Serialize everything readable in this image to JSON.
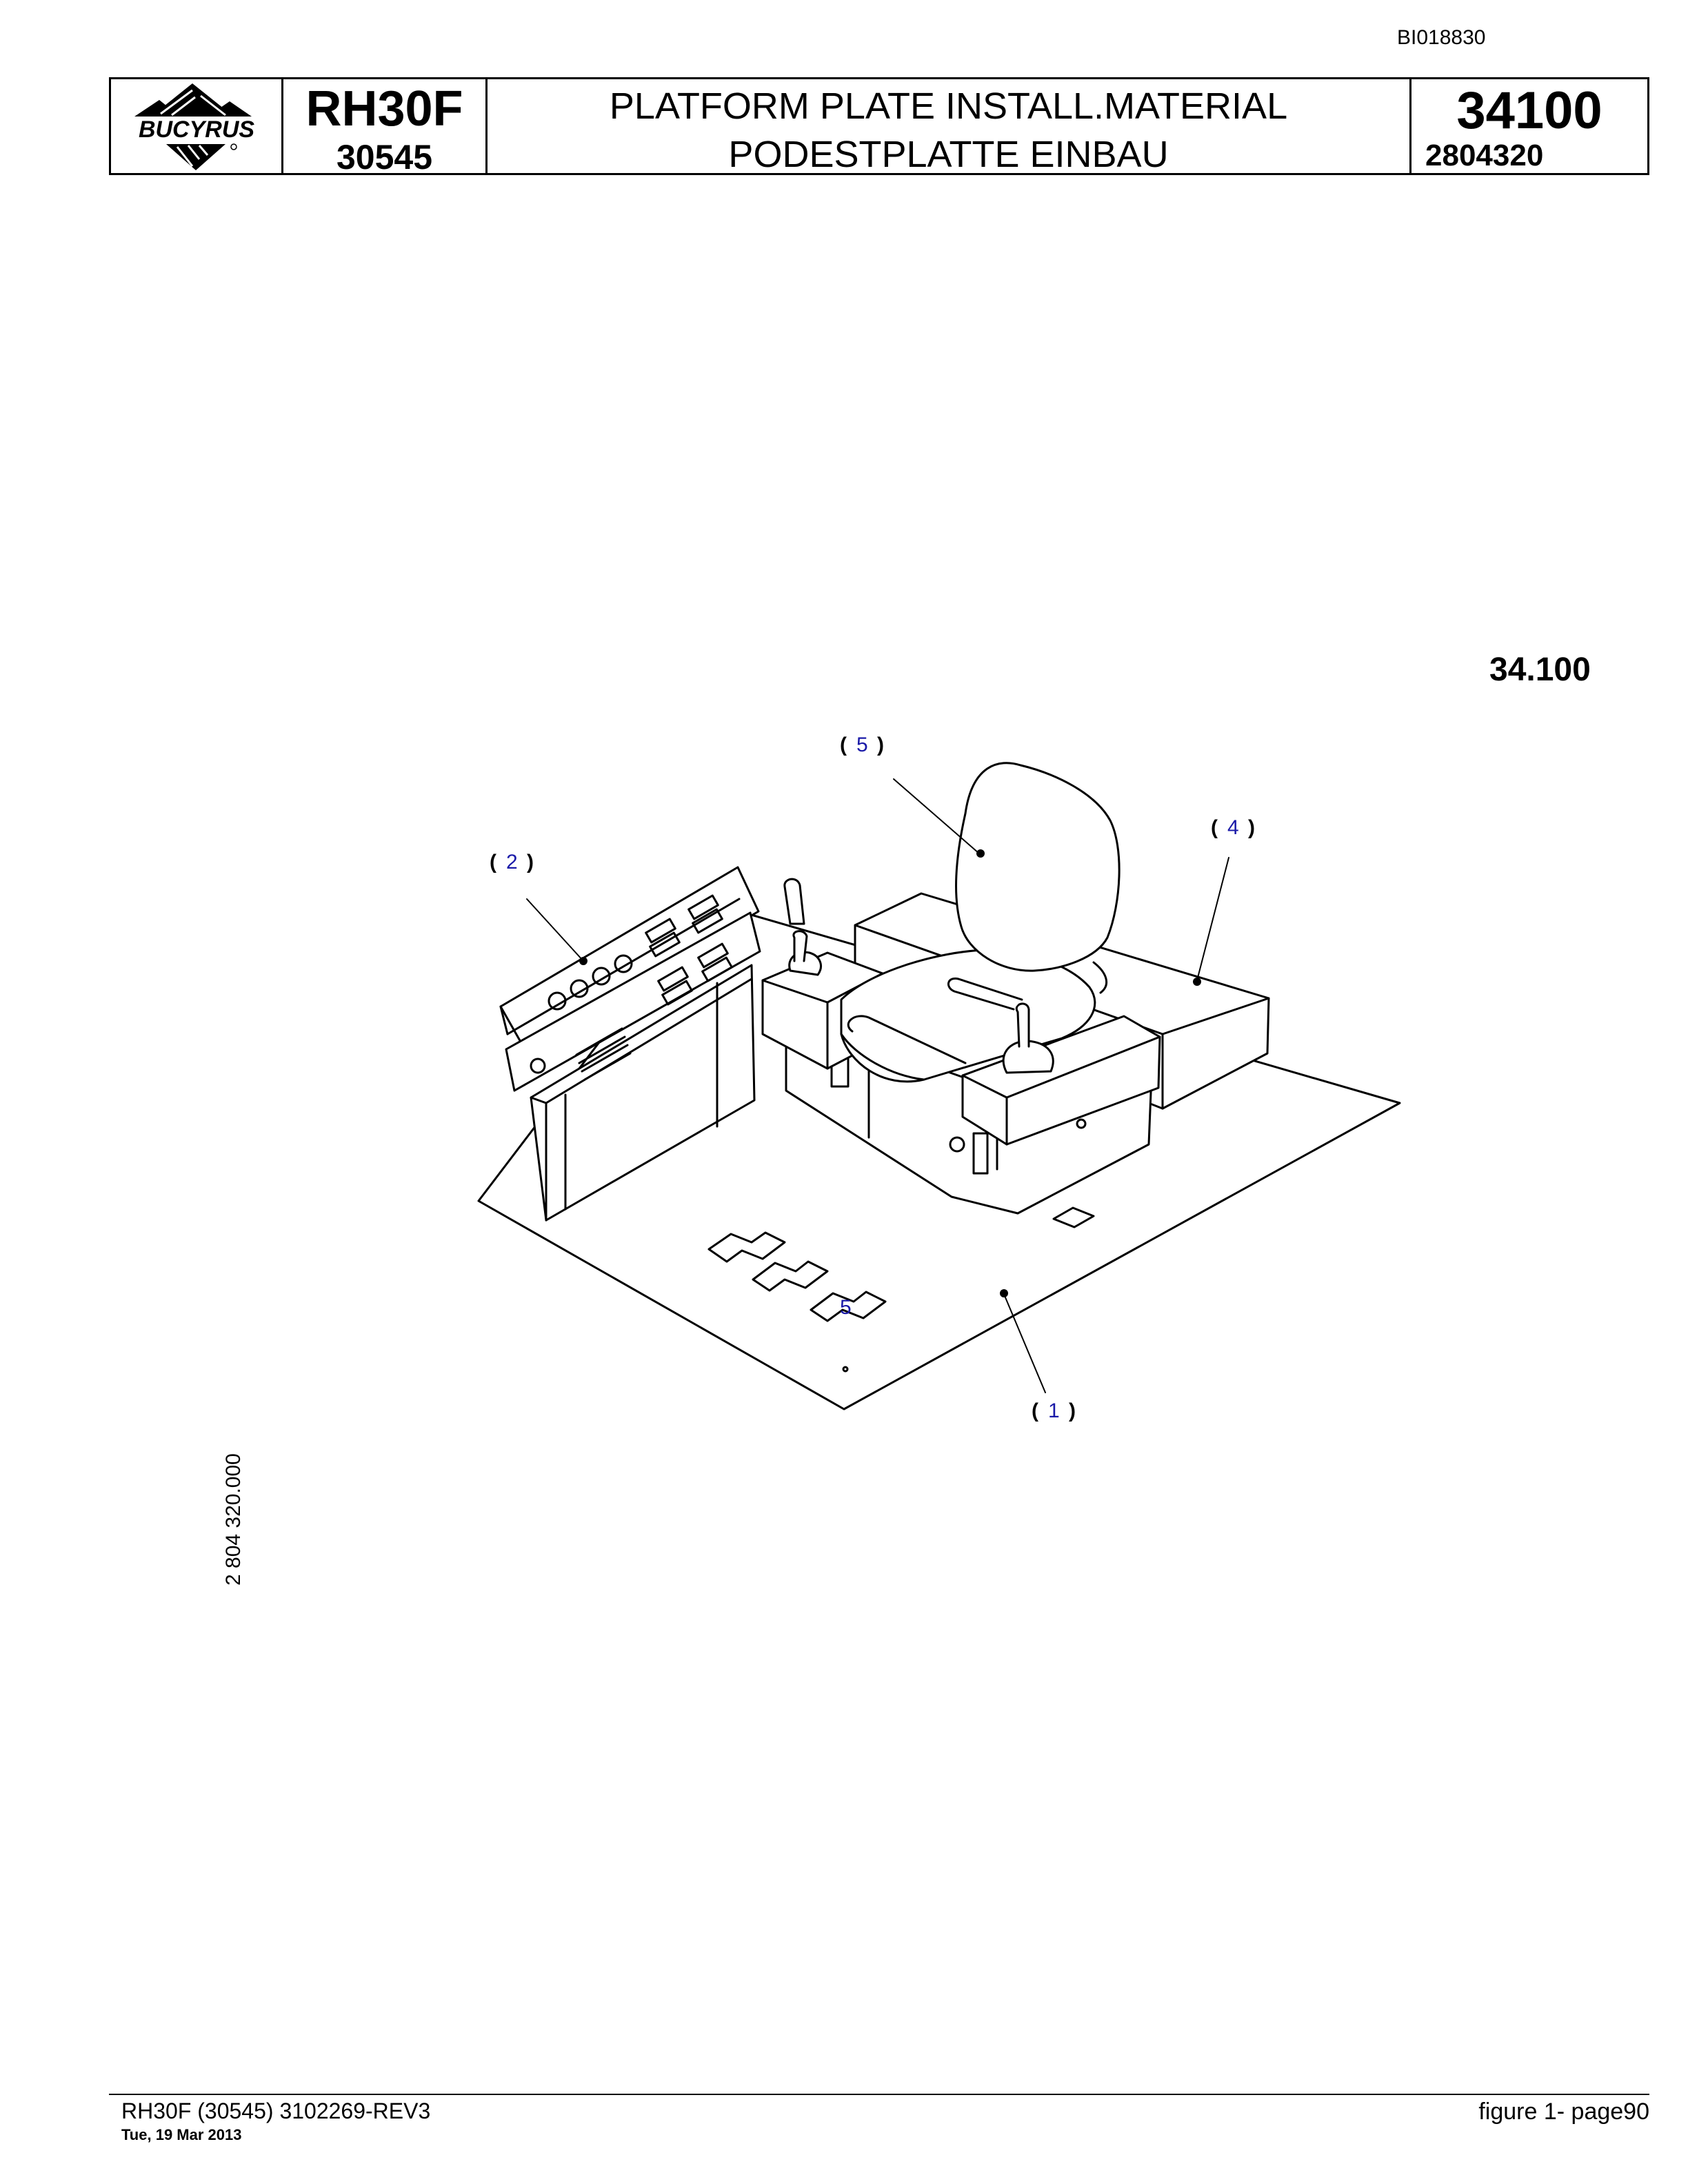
{
  "document": {
    "code": "BI018830",
    "section_ref": "34.100",
    "side_reference": "2 804 320.000"
  },
  "header": {
    "logo_text": "BUCYRUS",
    "model": "RH30F",
    "model_code": "30545",
    "title_en": "PLATFORM PLATE INSTALL.MATERIAL",
    "title_de": "PODESTPLATTE EINBAU",
    "group_number": "34100",
    "part_number": "2804320"
  },
  "drawing": {
    "callouts": [
      {
        "number": "1",
        "target": "platform-plate"
      },
      {
        "number": "2",
        "target": "control-console"
      },
      {
        "number": "4",
        "target": "rear-housing"
      },
      {
        "number": "5",
        "target": "operator-seat"
      }
    ],
    "floor_marker": "5",
    "colors": {
      "callout_number": "#1a1aa8",
      "line": "#000000"
    }
  },
  "footer": {
    "left": "RH30F (30545) 3102269-REV3",
    "date": "Tue, 19 Mar 2013",
    "right": "figure  1- page90"
  }
}
